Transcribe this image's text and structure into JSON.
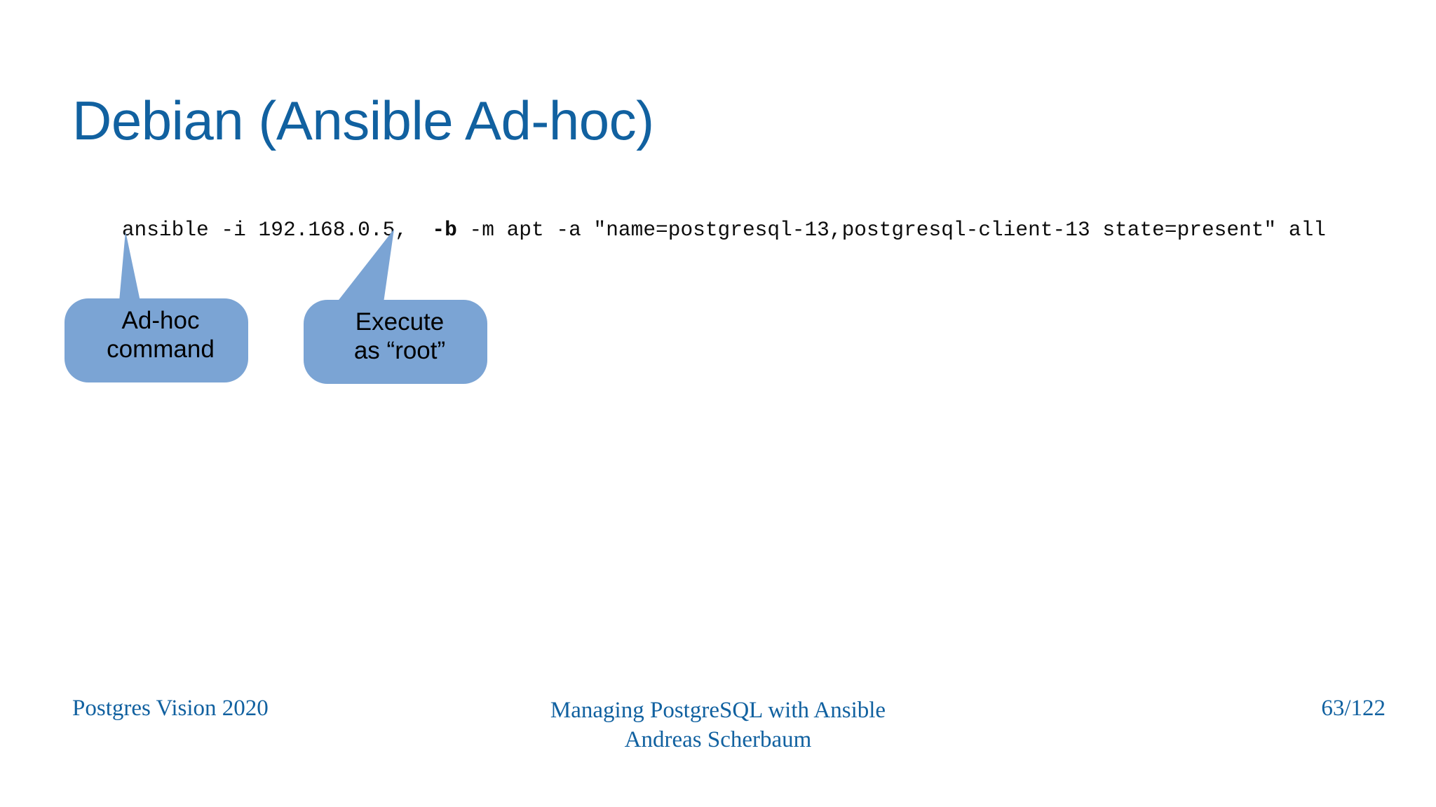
{
  "slide": {
    "title": "Debian (Ansible Ad-hoc)",
    "title_color": "#1161A0",
    "background_color": "#ffffff"
  },
  "command": {
    "part1": "ansible -i 192.168.0.5,  ",
    "flag_bold": "-b",
    "part2": " -m apt -a \"name=postgresql-13,postgresql-client-13 state=present\" all",
    "full_text": "ansible -i 192.168.0.5,  -b -m apt -a \"name=postgresql-13,postgresql-client-13 state=present\" all",
    "text_color": "#0d0d0d"
  },
  "callouts": [
    {
      "id": "adhoc",
      "line1": "Ad-hoc",
      "line2": "command",
      "fill_color": "#7BA4D4",
      "text_color": "#000000"
    },
    {
      "id": "root",
      "line1": "Execute",
      "line2": "as “root”",
      "fill_color": "#7BA4D4",
      "text_color": "#000000"
    }
  ],
  "footer": {
    "left": "Postgres Vision 2020",
    "center_line1": "Managing PostgreSQL with Ansible",
    "center_line2": "Andreas Scherbaum",
    "page": "63/122",
    "color": "#1161A0"
  }
}
